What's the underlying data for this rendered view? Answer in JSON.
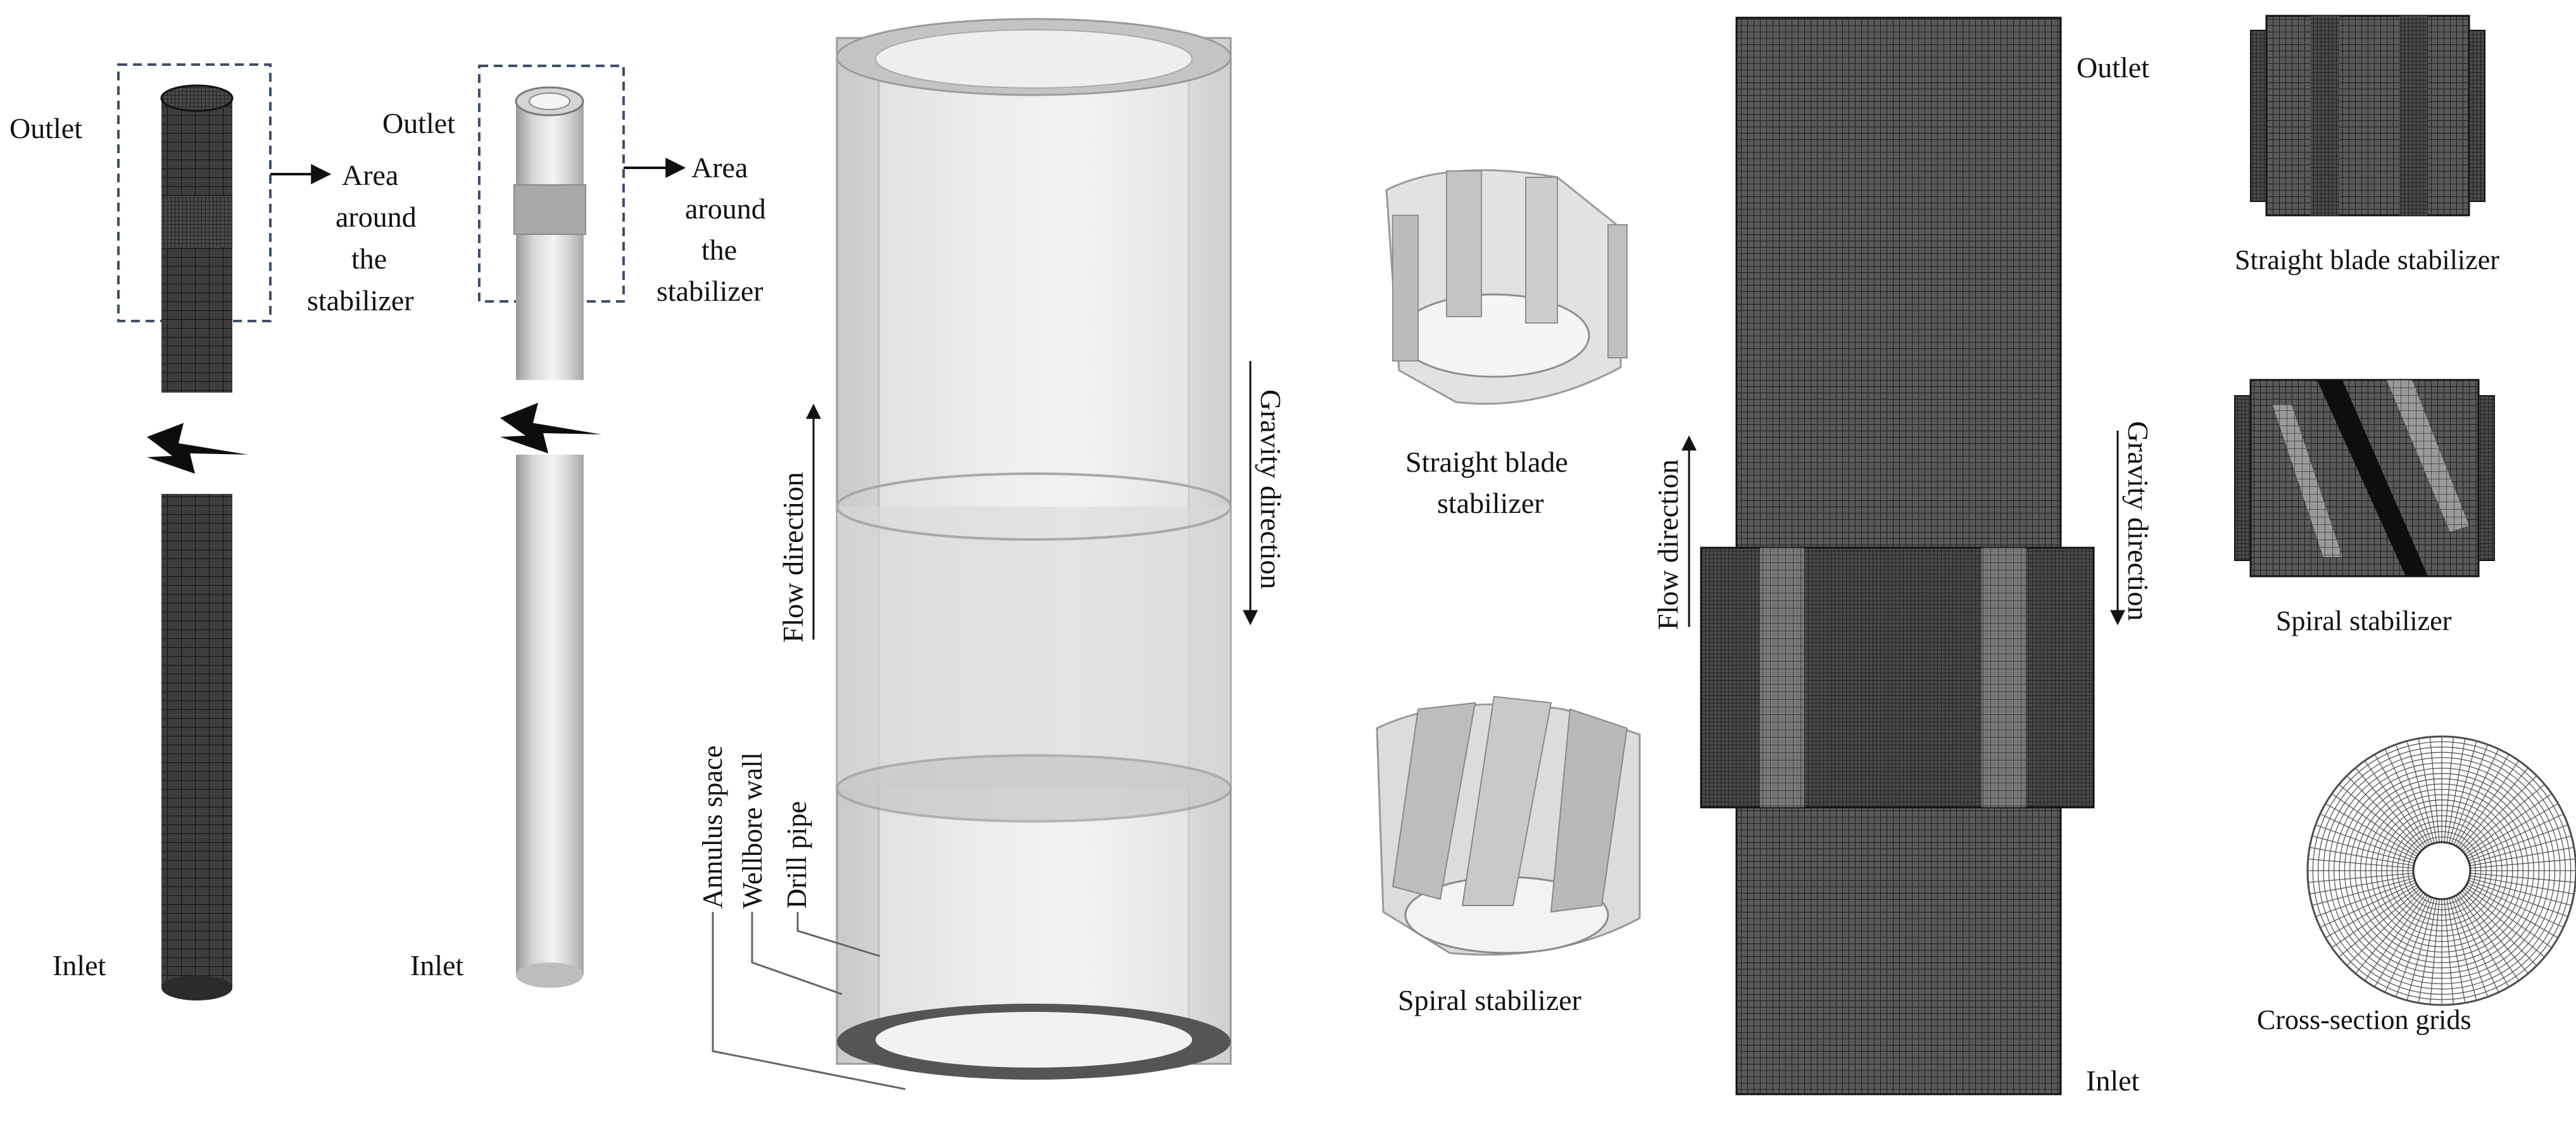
{
  "labels": {
    "outlet_a": "Outlet",
    "inlet_a": "Inlet",
    "area_a": [
      "Area",
      "around",
      "the",
      "stabilizer"
    ],
    "outlet_b": "Outlet",
    "inlet_b": "Inlet",
    "area_b": [
      "Area",
      "around",
      "the",
      "stabilizer"
    ],
    "flow_direction": "Flow direction",
    "gravity_direction": "Gravity direction",
    "annulus_space": "Annulus space",
    "wellbore_wall": "Wellbore wall",
    "drill_pipe": "Drill pipe",
    "straight_blade_stabilizer_lines": [
      "Straight blade",
      "stabilizer"
    ],
    "spiral_stabilizer": "Spiral stabilizer",
    "flow_direction_mesh": "Flow direction",
    "gravity_direction_mesh": "Gravity direction",
    "outlet_mesh": "Outlet",
    "inlet_mesh": "Inlet",
    "straight_blade_stabilizer": "Straight blade stabilizer",
    "spiral_stabilizer_right": "Spiral stabilizer",
    "cross_section_grids": "Cross-section grids"
  },
  "icons": {
    "pipe_break_a": "lightning-bolt-icon",
    "pipe_break_b": "lightning-bolt-icon",
    "arrow": "arrow-right-icon"
  },
  "colors": {
    "mesh_dark": "#2a2a2a",
    "geometry_gray": "#c8c8c8",
    "dashed_box": "#3f4f6a"
  }
}
